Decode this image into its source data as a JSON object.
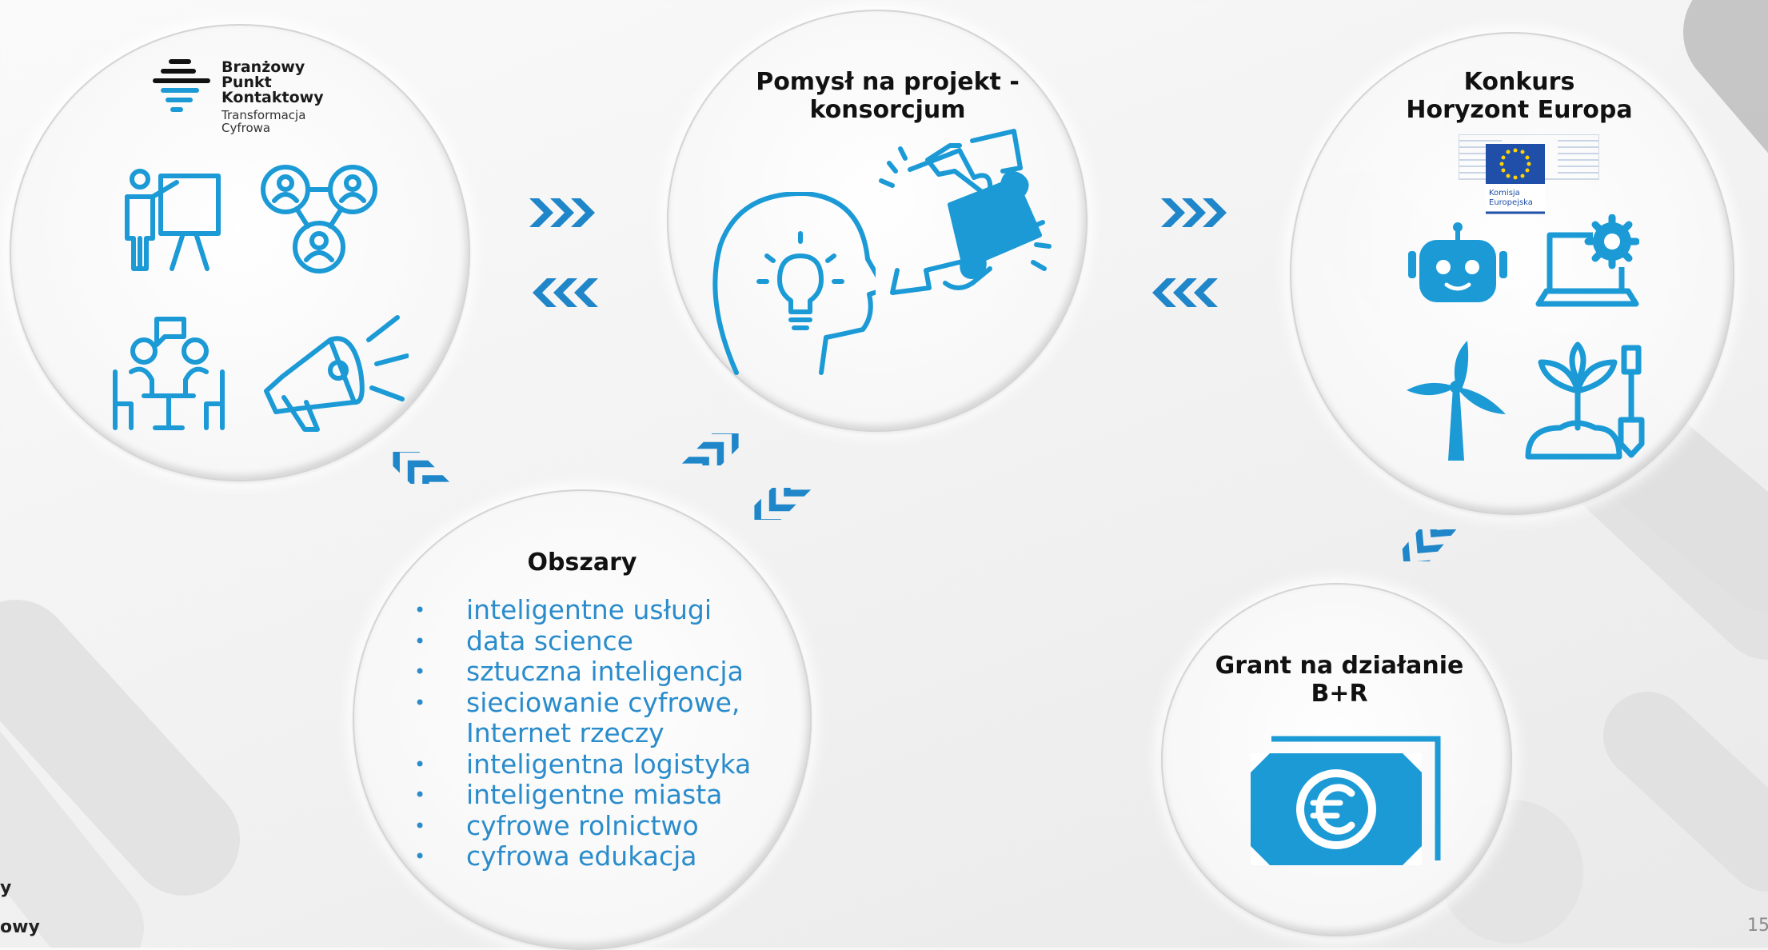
{
  "colors": {
    "accent_blue": "#1b9ad6",
    "arrow_blue": "#1f86c9",
    "list_text": "#2a8ccb",
    "title_text": "#111111"
  },
  "logo": {
    "name": [
      "Branżowy",
      "Punkt",
      "Kontaktowy"
    ],
    "sub": [
      "Transformacja",
      "Cyfrowa"
    ]
  },
  "ec_logo": {
    "text": [
      "Komisja",
      "Europejska"
    ]
  },
  "idea": {
    "title_lines": [
      "Pomysł na projekt -",
      "konsorcjum"
    ]
  },
  "horizon": {
    "title_lines": [
      "Konkurs",
      "Horyzont Europa"
    ]
  },
  "areas": {
    "title": "Obszary",
    "items": [
      "inteligentne usługi",
      "data science",
      "sztuczna inteligencja",
      "sieciowanie cyfrowe,",
      "Internet rzeczy",
      "inteligentna logistyka",
      "inteligentne miasta",
      "cyfrowe rolnictwo",
      "cyfrowa edukacja"
    ]
  },
  "grant": {
    "title_lines": [
      "Grant na działanie",
      "B+R"
    ]
  },
  "footer": {
    "side_1": "y",
    "side_2": "owy",
    "page_number": "15"
  },
  "icons": [
    "presenter-icon",
    "team-network-icon",
    "meeting-icon",
    "megaphone-icon",
    "head-lightbulb-icon",
    "puzzle-hands-icon",
    "robot-icon",
    "laptop-gear-icon",
    "wind-turbine-icon",
    "plant-shovel-icon",
    "euro-banknote-icon"
  ]
}
